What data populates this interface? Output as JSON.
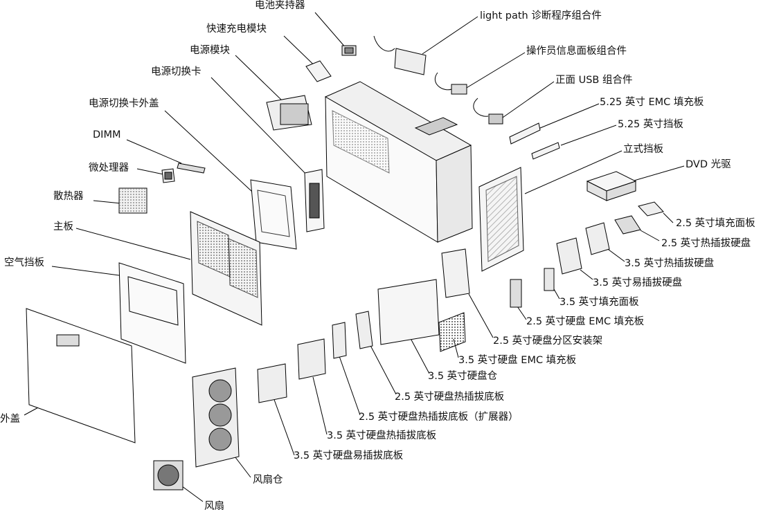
{
  "labels": {
    "battery_holder": "电池夹持器",
    "fast_charge_module": "快速充电模块",
    "power_module": "电源模块",
    "power_paddle_card": "电源切换卡",
    "power_paddle_card_cover": "电源切换卡外盖",
    "dimm": "DIMM",
    "microprocessor": "微处理器",
    "heat_sink": "散热器",
    "system_board": "主板",
    "air_baffle": "空气挡板",
    "cover": "外盖",
    "fan_cage": "风扇仓",
    "fan": "风扇",
    "light_path_assembly": "light path 诊断程序组合件",
    "operator_panel_assembly": "操作员信息面板组合件",
    "front_usb_assembly": "正面 USB 组合件",
    "emc_filler_525": "5.25 英寸 EMC 填充板",
    "bezel_525": "5.25 英寸挡板",
    "tower_bezel": "立式挡板",
    "dvd_drive": "DVD 光驱",
    "filler_25": "2.5 英寸填充面板",
    "hotswap_hdd_25": "2.5 英寸热插拔硬盘",
    "hotswap_hdd_35": "3.5 英寸热插拔硬盘",
    "simpleswap_hdd_35": "3.5 英寸易插拔硬盘",
    "filler_35": "3.5 英寸填充面板",
    "emc_filler_25": "2.5 英寸硬盘 EMC 填充板",
    "cage_25": "2.5 英寸硬盘分区安装架",
    "emc_filler_35": "3.5 英寸硬盘 EMC 填充板",
    "cage_35": "3.5 英寸硬盘仓",
    "backplate_25": "2.5 英寸硬盘热插拔底板",
    "backplate_25_expander": "2.5 英寸硬盘热插拔底板（扩展器）",
    "backplate_35": "3.5 英寸硬盘热插拔底板",
    "backplate_35_simple": "3.5 英寸硬盘易插拔底板"
  }
}
